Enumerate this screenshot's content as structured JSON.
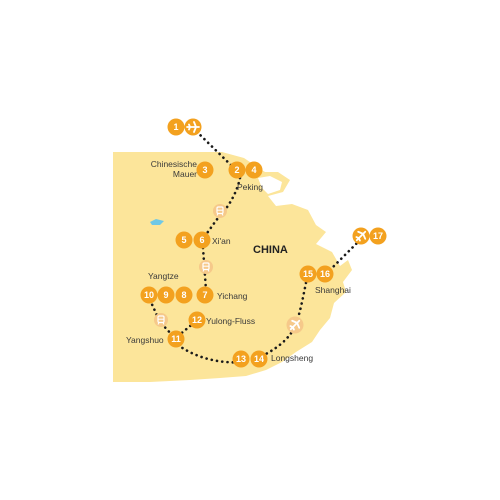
{
  "map": {
    "country_label": "CHINA",
    "colors": {
      "land": "#FCE59A",
      "coast": "#FFFFFF",
      "route": "#1A1A1A",
      "marker": "#F3A11F",
      "marker_light": "#F6C98A",
      "water": "#6FC8E6",
      "text": "#3A3A3A"
    },
    "stops": [
      {
        "id": "1",
        "label": "1"
      },
      {
        "id": "2",
        "label": "2"
      },
      {
        "id": "3",
        "label": "3"
      },
      {
        "id": "4",
        "label": "4"
      },
      {
        "id": "5",
        "label": "5"
      },
      {
        "id": "6",
        "label": "6"
      },
      {
        "id": "7",
        "label": "7"
      },
      {
        "id": "8",
        "label": "8"
      },
      {
        "id": "9",
        "label": "9"
      },
      {
        "id": "10",
        "label": "10"
      },
      {
        "id": "11",
        "label": "11"
      },
      {
        "id": "12",
        "label": "12"
      },
      {
        "id": "13",
        "label": "13"
      },
      {
        "id": "14",
        "label": "14"
      },
      {
        "id": "15",
        "label": "15"
      },
      {
        "id": "16",
        "label": "16"
      },
      {
        "id": "17",
        "label": "17"
      }
    ],
    "places": [
      {
        "id": "great-wall",
        "lines": [
          "Chinesische",
          "Mauer"
        ]
      },
      {
        "id": "peking",
        "lines": [
          "Peking"
        ]
      },
      {
        "id": "xian",
        "lines": [
          "Xi'an"
        ]
      },
      {
        "id": "yangtze",
        "lines": [
          "Yangtze"
        ]
      },
      {
        "id": "yichang",
        "lines": [
          "Yichang"
        ]
      },
      {
        "id": "yulong",
        "lines": [
          "Yulong-Fluss"
        ]
      },
      {
        "id": "yangshuo",
        "lines": [
          "Yangshuo"
        ]
      },
      {
        "id": "longsheng",
        "lines": [
          "Longsheng"
        ]
      },
      {
        "id": "shanghai",
        "lines": [
          "Shanghai"
        ]
      }
    ],
    "icons": [
      {
        "id": "flight-arrival",
        "kind": "plane-icon"
      },
      {
        "id": "flight-departure",
        "kind": "plane-icon"
      },
      {
        "id": "flight-domestic",
        "kind": "plane-icon"
      },
      {
        "id": "train-1",
        "kind": "train-icon"
      },
      {
        "id": "train-2",
        "kind": "train-icon"
      },
      {
        "id": "train-3",
        "kind": "train-icon"
      }
    ]
  }
}
